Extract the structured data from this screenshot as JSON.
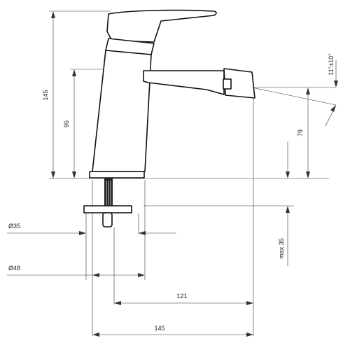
{
  "labels": {
    "total_height": "145",
    "spout_height": "95",
    "outlet_height": "79",
    "angle": "11°±10°",
    "bore_diameter": "Ø35",
    "base_diameter": "Ø48",
    "spout_reach": "121",
    "total_depth": "145",
    "deck_thickness": "max 35"
  }
}
